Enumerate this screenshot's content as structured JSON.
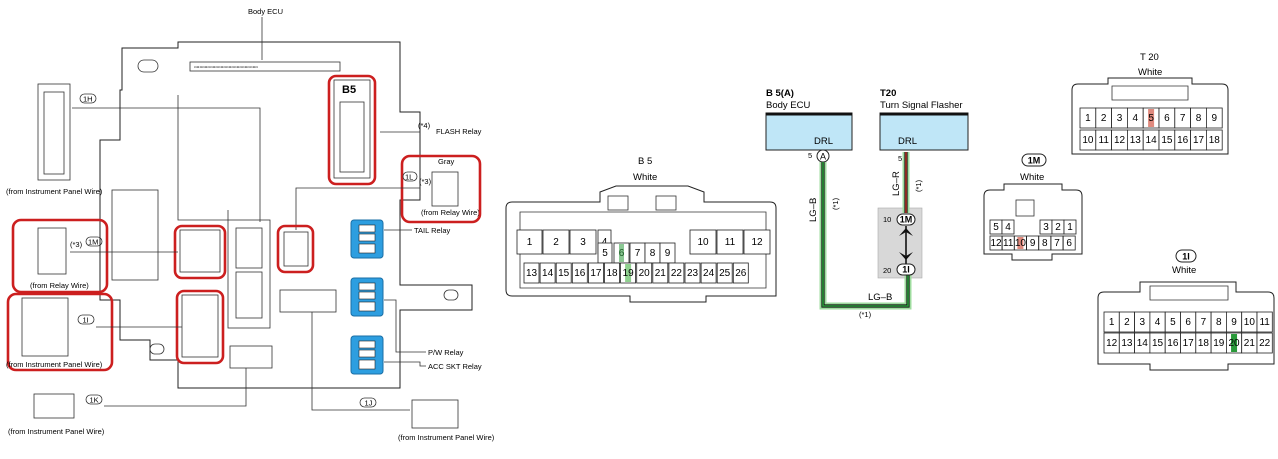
{
  "left_view": {
    "body_ecu_label": "Body ECU",
    "ecu_b5_label": "B5",
    "flash_relay_label": "FLASH Relay",
    "flash_relay_note": "(*4)",
    "tail_relay_label": "TAIL Relay",
    "pw_relay_label": "P/W Relay",
    "acc_relay_label": "ACC SKT Relay",
    "gray_label": "Gray",
    "from_relay_wire": "(from Relay Wire)",
    "from_ip_wire": "(from Instrument Panel Wire)",
    "note_3": "(*3)",
    "c1H": "1H",
    "c1M": "1M",
    "c1L": "1L",
    "c1I": "1I",
    "c1K": "1K",
    "c1J": "1J"
  },
  "b5_connector": {
    "title": "B 5",
    "color": "White",
    "top_row": [
      "1",
      "2",
      "3",
      "4",
      "5",
      "6",
      "7",
      "8",
      "9",
      "10",
      "11",
      "12"
    ],
    "bottom_row": [
      "13",
      "14",
      "15",
      "16",
      "17",
      "18",
      "19",
      "20",
      "21",
      "22",
      "23",
      "24",
      "25",
      "26"
    ]
  },
  "circuit": {
    "b5_id": "B 5(A)",
    "b5_name": "Body ECU",
    "b5_terminal": "DRL",
    "b5_pin": "5",
    "b5_conn": "A",
    "t20_id": "T20",
    "t20_name": "Turn Signal Flasher",
    "t20_terminal": "DRL",
    "t20_pin": "5",
    "wire_lgb": "LG–B",
    "wire_lgr": "LG–R",
    "note_1": "(*1)",
    "pin_1m": "10",
    "conn_1m": "1M",
    "pin_1i": "20",
    "conn_1i": "1I"
  },
  "t20_connector": {
    "title": "T 20",
    "color": "White",
    "top_row": [
      "1",
      "2",
      "3",
      "4",
      "5",
      "6",
      "7",
      "8",
      "9"
    ],
    "bottom_row": [
      "10",
      "11",
      "12",
      "13",
      "14",
      "15",
      "16",
      "17",
      "18"
    ]
  },
  "conn_1m": {
    "title": "1M",
    "color": "White",
    "top_row": [
      "5",
      "4",
      "3",
      "2",
      "1"
    ],
    "bottom_row": [
      "12",
      "11",
      "10",
      "9",
      "8",
      "7",
      "6"
    ]
  },
  "conn_1i": {
    "title": "1I",
    "color": "White",
    "top_row": [
      "1",
      "2",
      "3",
      "4",
      "5",
      "6",
      "7",
      "8",
      "9",
      "10",
      "11"
    ],
    "bottom_row": [
      "12",
      "13",
      "14",
      "15",
      "16",
      "17",
      "18",
      "19",
      "20",
      "21",
      "22"
    ]
  },
  "colors": {
    "highlight_red": "#cc1f1f",
    "relay_blue": "#2d9ee0",
    "ecu_blue": "#bfe6f7",
    "wire_green": "#2a9a3a",
    "wire_red": "#c0392b"
  }
}
